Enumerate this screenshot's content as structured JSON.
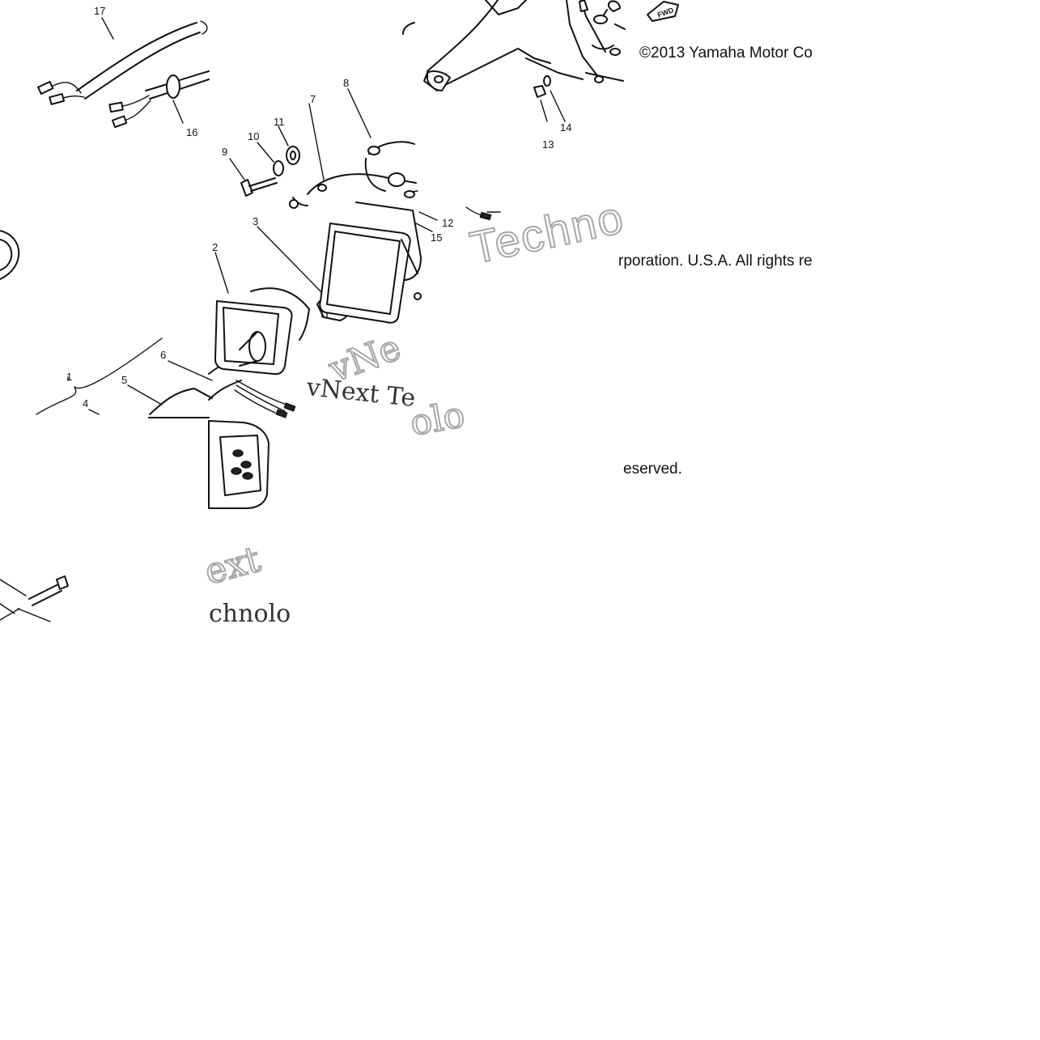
{
  "diagram": {
    "callouts": [
      "1",
      "2",
      "3",
      "4",
      "5",
      "6",
      "7",
      "8",
      "9",
      "10",
      "11",
      "12",
      "13",
      "14",
      "15",
      "16",
      "17"
    ],
    "copyright_top": "©2013 Yamaha Motor Co",
    "copyright_mid": "rporation. U.S.A. All rights re",
    "copyright_bottom": "eserved.",
    "direction_badge": "FWD",
    "watermarks": {
      "techno_upper": "Techno",
      "vne_mid": "vNe",
      "vnext_serif": "vNext Te",
      "olo_mid": "olo",
      "ext_lower": "ext",
      "chnolo_lower": "chnolo"
    }
  }
}
